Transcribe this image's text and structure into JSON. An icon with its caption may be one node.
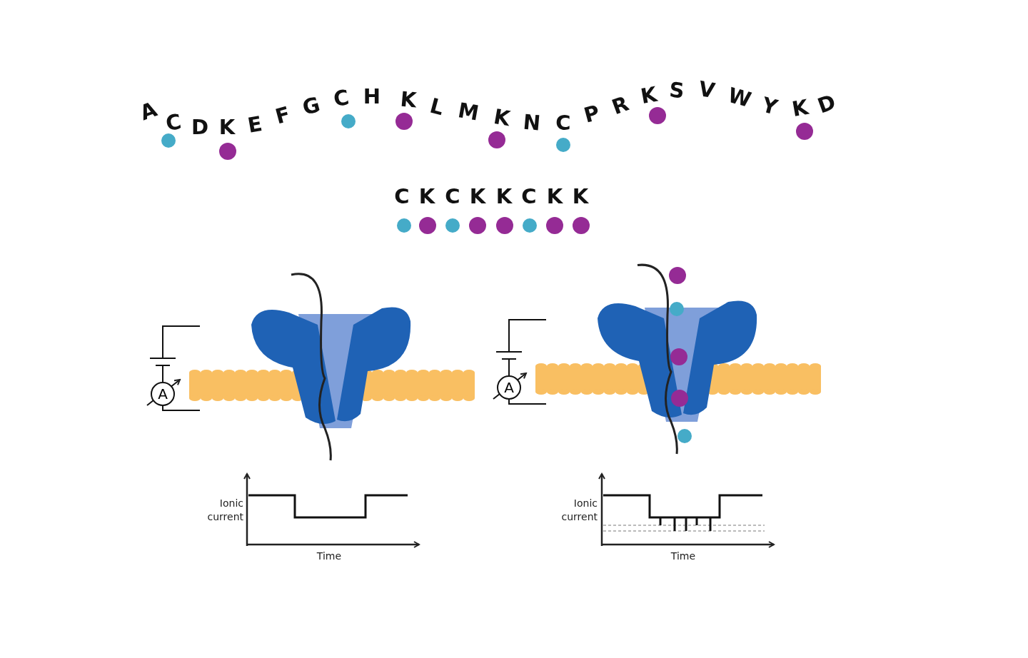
{
  "diagram": {
    "nodes": [
      {
        "text": [
          "A"
        ]
      },
      {
        "text": [
          "A"
        ]
      }
    ],
    "labels": [
      "A",
      "C",
      "D",
      "K",
      "E",
      "F",
      "G",
      "C",
      "H",
      "K",
      "L",
      "M",
      "K",
      "N",
      "C",
      "P",
      "R",
      "K",
      "S",
      "V",
      "W",
      "Y",
      "K",
      "D",
      "C",
      "K",
      "C",
      "K",
      "K",
      "C",
      "K",
      "K",
      "Ionic current",
      "Time",
      "Ionic current",
      "Time"
    ]
  }
}
